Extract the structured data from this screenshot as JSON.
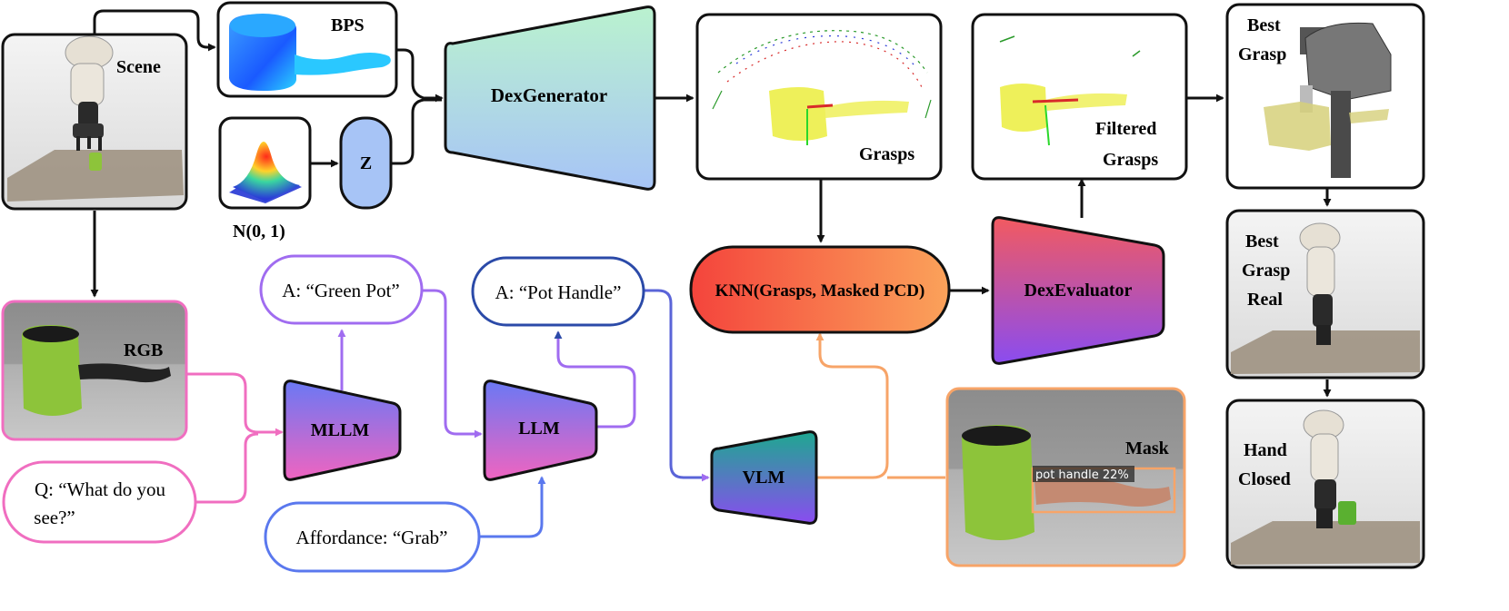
{
  "labels": {
    "scene": "Scene",
    "bps": "BPS",
    "z": "Z",
    "normal": "N(0, 1)",
    "dexgenerator": "DexGenerator",
    "grasps": "Grasps",
    "filtered_line1": "Filtered",
    "filtered_line2": "Grasps",
    "best_grasp_line1": "Best",
    "best_grasp_line2": "Grasp",
    "best_real_line1": "Best",
    "best_real_line2": "Grasp",
    "best_real_line3": "Real",
    "hand_closed_line1": "Hand",
    "hand_closed_line2": "Closed",
    "knn": "KNN(Grasps, Masked PCD)",
    "dexevaluator": "DexEvaluator",
    "rgb": "RGB",
    "mllm": "MLLM",
    "llm": "LLM",
    "vlm": "VLM",
    "mask": "Mask",
    "mask_tag": "pot handle 22%",
    "answer_object": "A: “Green Pot”",
    "answer_part": "A: “Pot Handle”",
    "question_line1": "Q: “What do you",
    "question_line2": "see?”",
    "affordance": "Affordance: “Grab”"
  },
  "colors": {
    "pink": "#f06ec0",
    "purple": "#a06cf0",
    "blue": "#5a78ee",
    "navy": "#2b4aa8",
    "orange": "#f7a468",
    "pot_green": "#8dc43a",
    "point_yellow": "#eef05a"
  }
}
